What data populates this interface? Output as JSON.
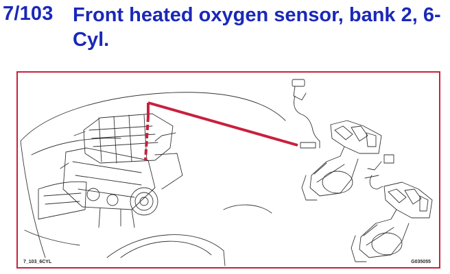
{
  "header": {
    "doc_id": "7/103",
    "title": "Front heated oxygen sensor, bank 2, 6-Cyl."
  },
  "figure": {
    "left_code": "7_103_6CYL",
    "right_code": "G035055",
    "accent_color": "#c8203c",
    "title_color": "#1a28b8"
  }
}
